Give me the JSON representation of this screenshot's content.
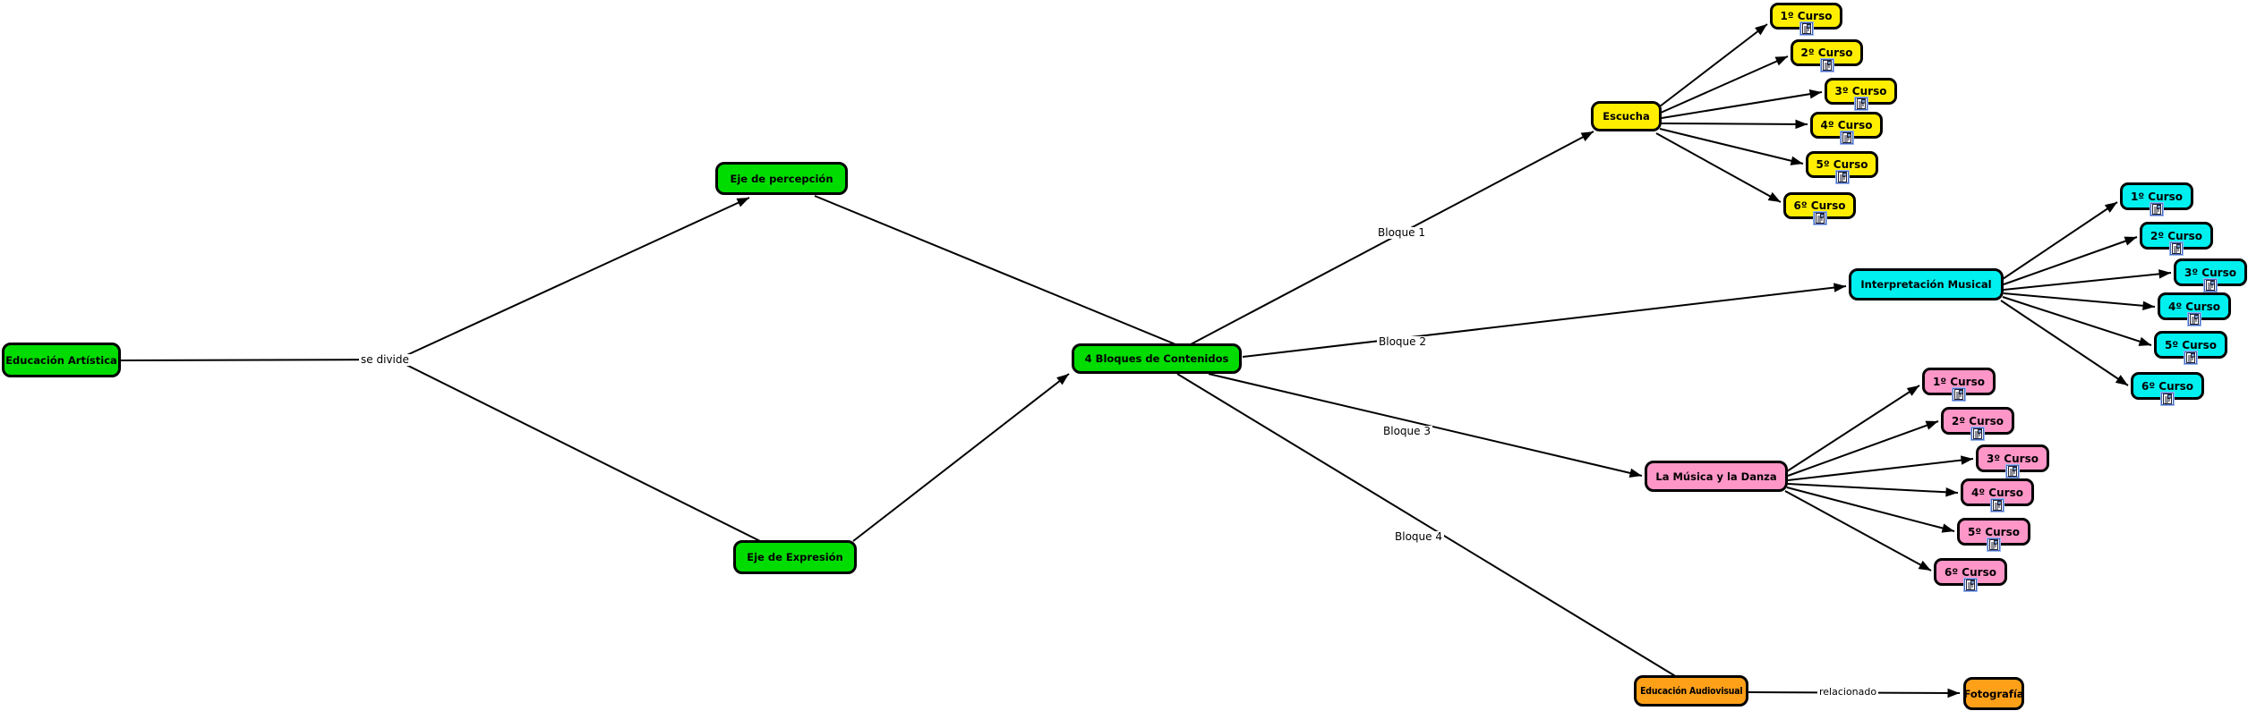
{
  "colors": {
    "green": "#00DC00",
    "yellow": "#FFEE00",
    "cyan": "#00EFEF",
    "pink": "#FF96C8",
    "orange": "#FFA019",
    "line": "#000000",
    "background": "#FFFFFF"
  },
  "nodes": {
    "educacion_artistica": "Educación Artística",
    "eje_percepcion": "Eje de percepción",
    "eje_expresion": "Eje de Expresión",
    "bloques": "4 Bloques de Contenidos",
    "escucha": "Escucha",
    "interpretacion_musical": "Interpretación Musical",
    "musica_danza": "La Música y la Danza",
    "educacion_audiovisual": "Educación Audiovisual",
    "fotografia": "Fotografía"
  },
  "linking_phrases": {
    "se_divide": "se divide",
    "bloque_1": "Bloque 1",
    "bloque_2": "Bloque 2",
    "bloque_3": "Bloque 3",
    "bloque_4": "Bloque 4",
    "relacionado": "relacionado"
  },
  "course_lists": {
    "escucha": [
      "1º Curso",
      "2º Curso",
      "3º Curso",
      "4º Curso",
      "5º Curso",
      "6º Curso"
    ],
    "interpretacion_musical": [
      "1º Curso",
      "2º Curso",
      "3º Curso",
      "4º Curso",
      "5º Curso",
      "6º Curso"
    ],
    "musica_danza": [
      "1º Curso",
      "2º Curso",
      "3º Curso",
      "4º Curso",
      "5º Curso",
      "6º Curso"
    ]
  }
}
